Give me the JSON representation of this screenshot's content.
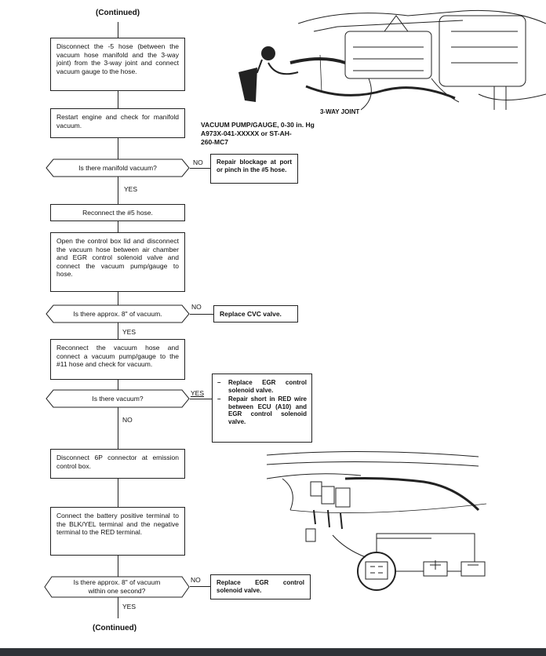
{
  "header": {
    "continued_top": "(Continued)",
    "continued_bottom": "(Continued)"
  },
  "steps": {
    "s1": "Disconnect the -5 hose (between the vacuum hose manifold and the 3-way joint) from the 3-way joint and connect vacuum gauge to the hose.",
    "s2": "Restart engine and check for manifold vacuum.",
    "s3": "Reconnect the #5 hose.",
    "s4": "Open the control box lid and disconnect the vacuum hose between air chamber and EGR control solenoid valve and connect the vacuum pump/gauge to hose.",
    "s5": "Reconnect the vacuum hose and connect a vacuum pump/gauge to the #11 hose and check for vacuum.",
    "s6": "Disconnect 6P connector at emission control box.",
    "s7": "Connect the battery positive terminal to the BLK/YEL terminal and the negative terminal to the RED terminal."
  },
  "questions": {
    "q1": "Is there manifold vacuum?",
    "q2": "Is there approx. 8\" of vacuum.",
    "q3": "Is there vacuum?",
    "q4_line1": "Is there approx. 8\" of vacuum",
    "q4_line2": "within one second?"
  },
  "answers": {
    "q1_no": "NO",
    "q1_yes": "YES",
    "q2_no": "NO",
    "q2_yes": "YES",
    "q3_yes": "YES",
    "q3_no": "NO",
    "q4_no": "NO",
    "q4_yes": "YES"
  },
  "actions": {
    "a1": "Repair blockage at port or pinch in the #5 hose.",
    "a2": "Replace CVC valve.",
    "a3_items": [
      "Replace EGR control solenoid valve.",
      "Repair short in RED wire between ECU (A10) and EGR control solenoid valve."
    ],
    "a4": "Replace EGR control solenoid valve."
  },
  "illustration": {
    "label_joint": "3-WAY JOINT",
    "label_gauge_1": "VACUUM PUMP/GAUGE, 0-30 in. Hg",
    "label_gauge_2": "A973X-041-XXXXX or ST-AH-",
    "label_gauge_3": "260-MC7"
  }
}
